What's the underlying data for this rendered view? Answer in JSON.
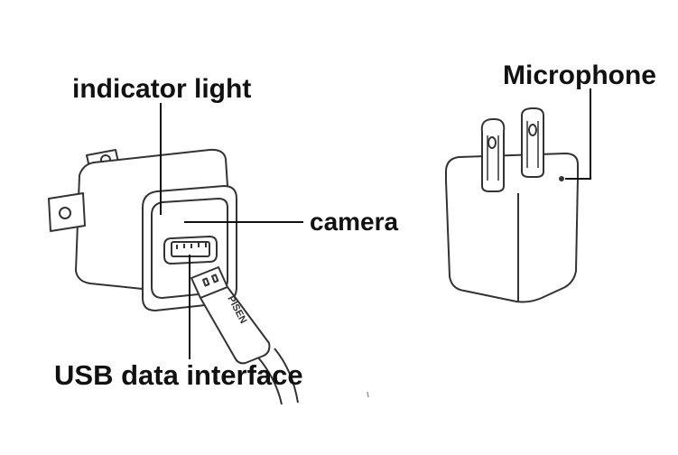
{
  "labels": {
    "indicator_light": "indicator light",
    "camera": "camera",
    "usb_data_interface": "USB data interface",
    "microphone": "Microphone"
  },
  "cable_brand_text": "PISEN",
  "colors": {
    "background": "#ffffff",
    "line": "#222222",
    "text": "#111111"
  }
}
